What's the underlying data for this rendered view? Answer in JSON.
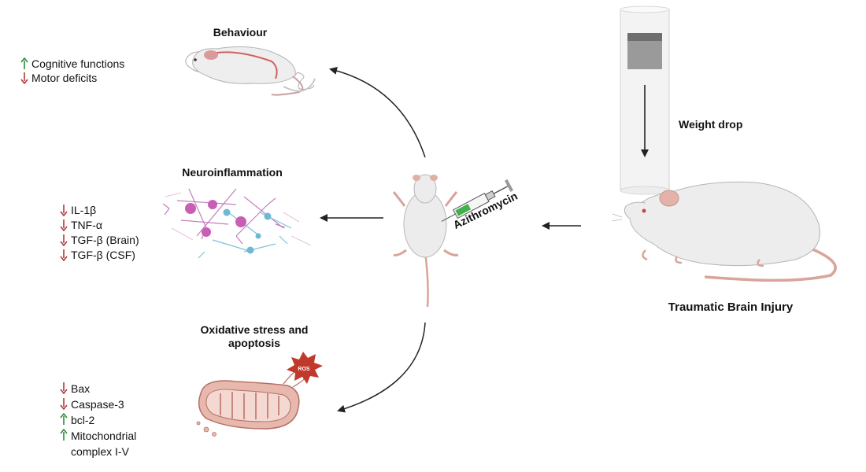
{
  "colors": {
    "increase": "#2e8b3a",
    "decrease": "#b03a3a",
    "arrow": "#222222",
    "ros": "#c0392b"
  },
  "behaviour": {
    "title": "Behaviour",
    "items": [
      {
        "label": "Cognitive functions",
        "direction": "up"
      },
      {
        "label": "Motor deficits",
        "direction": "down"
      }
    ]
  },
  "neuro": {
    "title": "Neuroinflammation",
    "items": [
      {
        "label": "IL-1β",
        "direction": "down"
      },
      {
        "label": "TNF-α",
        "direction": "down"
      },
      {
        "label": "TGF-β (Brain)",
        "direction": "down"
      },
      {
        "label": "TGF-β (CSF)",
        "direction": "down"
      }
    ]
  },
  "oxidative": {
    "title_line1": "Oxidative stress and",
    "title_line2": "apoptosis",
    "ros_label": "ROS",
    "items": [
      {
        "label": "Bax",
        "direction": "down"
      },
      {
        "label": "Caspase-3",
        "direction": "down"
      },
      {
        "label": "bcl-2",
        "direction": "up"
      },
      {
        "label": "Mitochondrial",
        "direction": "up"
      },
      {
        "label": "complex I-V",
        "direction": "none"
      }
    ]
  },
  "center": {
    "drug_label": "Azithromycin"
  },
  "injury": {
    "weight_drop_label": "Weight drop",
    "tbi_label": "Traumatic Brain Injury"
  }
}
